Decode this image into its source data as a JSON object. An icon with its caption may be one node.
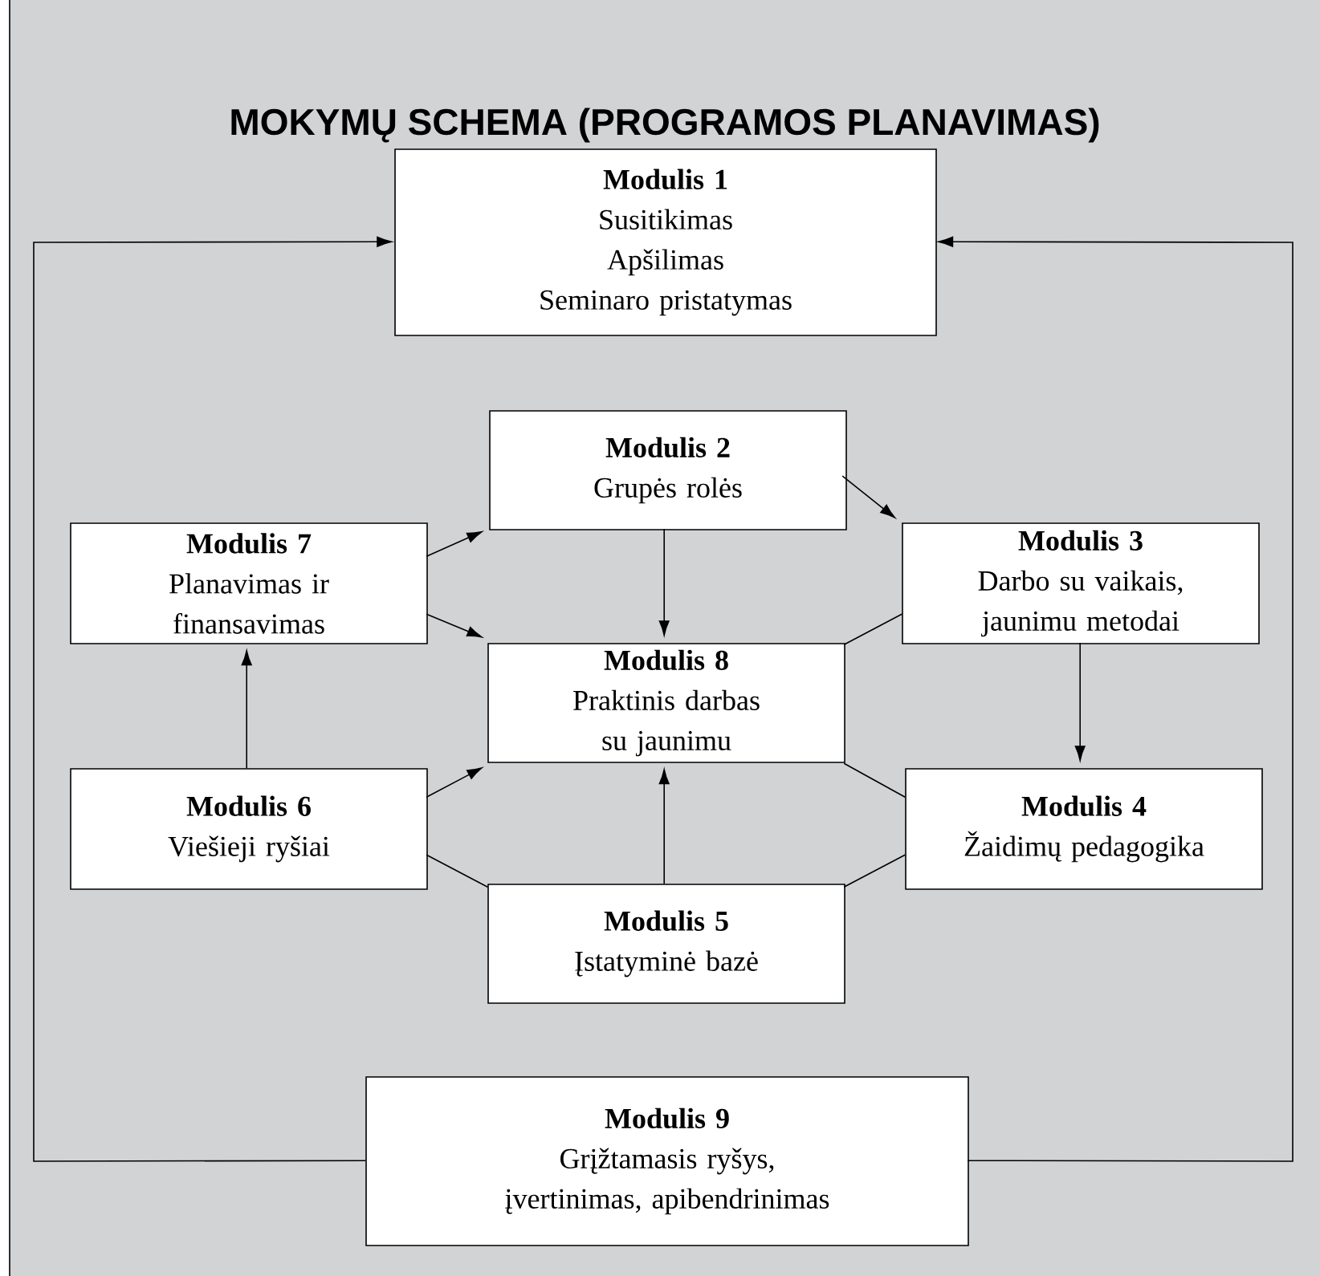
{
  "diagram": {
    "title": "MOKYMŲ SCHEMA (PROGRAMOS PLANAVIMAS)",
    "nodes": [
      {
        "text": [
          "Modulis 1",
          "Susitikimas",
          "Apšilimas",
          "Seminaro pristatymas"
        ]
      },
      {
        "text": [
          "Modulis 2",
          "Grupės rolės"
        ]
      },
      {
        "text": [
          "Modulis 7",
          "Planavimas ir finansavimas"
        ]
      },
      {
        "text": [
          "Modulis 3",
          "Darbo su vaikais, jaunimu metodai"
        ]
      },
      {
        "text": [
          "Modulis 8",
          "Praktinis darbas su jaunimu"
        ]
      },
      {
        "text": [
          "Modulis 6",
          "Viešieji ryšiai"
        ]
      },
      {
        "text": [
          "Modulis 4",
          "Žaidimų pedagogika"
        ]
      },
      {
        "text": [
          "Modulis 5",
          "Įstatyminė bazė"
        ]
      },
      {
        "text": [
          "Modulis 9",
          "Grįžtamasis ryšys, įvertinimas, apibendrinimas"
        ]
      }
    ],
    "edges": [
      {
        "from": 8,
        "to": 0,
        "arrow": "to"
      },
      {
        "from": 8,
        "to": 0,
        "arrow": "to"
      },
      {
        "from": 1,
        "to": 3,
        "arrow": "to"
      },
      {
        "from": 1,
        "to": 4,
        "arrow": "to"
      },
      {
        "from": 2,
        "to": 1,
        "arrow": "to"
      },
      {
        "from": 2,
        "to": 4,
        "arrow": "to"
      },
      {
        "from": 5,
        "to": 2,
        "arrow": "to"
      },
      {
        "from": 5,
        "to": 4,
        "arrow": "to"
      },
      {
        "from": 7,
        "to": 4,
        "arrow": "to"
      },
      {
        "from": 3,
        "to": 6,
        "arrow": "to"
      },
      {
        "from": 3,
        "to": 4,
        "arrow": "none"
      },
      {
        "from": 6,
        "to": 4,
        "arrow": "none"
      },
      {
        "from": 5,
        "to": 7,
        "arrow": "none"
      },
      {
        "from": 6,
        "to": 7,
        "arrow": "none"
      }
    ]
  }
}
